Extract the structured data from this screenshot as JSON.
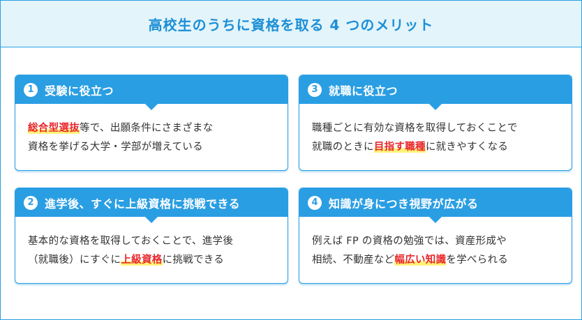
{
  "title": "高校生のうちに資格を取る 4 つのメリット",
  "cards": [
    {
      "number": "1",
      "title": "受験に役立つ",
      "line1": {
        "highlight": "総合型選抜",
        "rest": "等で、出願条件にさまざまな"
      },
      "line2": "資格を挙げる大学・学部が増えている"
    },
    {
      "number": "2",
      "title": "進学後、すぐに上級資格に挑戦できる",
      "line1": "基本的な資格を取得しておくことで、進学後",
      "line2": {
        "before": "（就職後）にすぐに",
        "highlight": "上級資格",
        "after": "に挑戦できる"
      }
    },
    {
      "number": "3",
      "title": "就職に役立つ",
      "line1": "職種ごとに有効な資格を取得しておくことで",
      "line2": {
        "before": "就職のときに",
        "highlight": "目指す職種",
        "after": "に就きやすくなる"
      }
    },
    {
      "number": "4",
      "title": "知識が身につき視野が広がる",
      "line1": "例えば FP の資格の勉強では、資産形成や",
      "line2": {
        "before": "相続、不動産など",
        "highlight": "幅広い知識",
        "after": "を学べられる"
      }
    }
  ],
  "colors": {
    "accent": "#2a9ee3",
    "header_bg": "#e3f4fb",
    "title_text": "#1c8fd6",
    "highlight_text": "#e8262a",
    "highlight_marker": "#fff27a"
  }
}
